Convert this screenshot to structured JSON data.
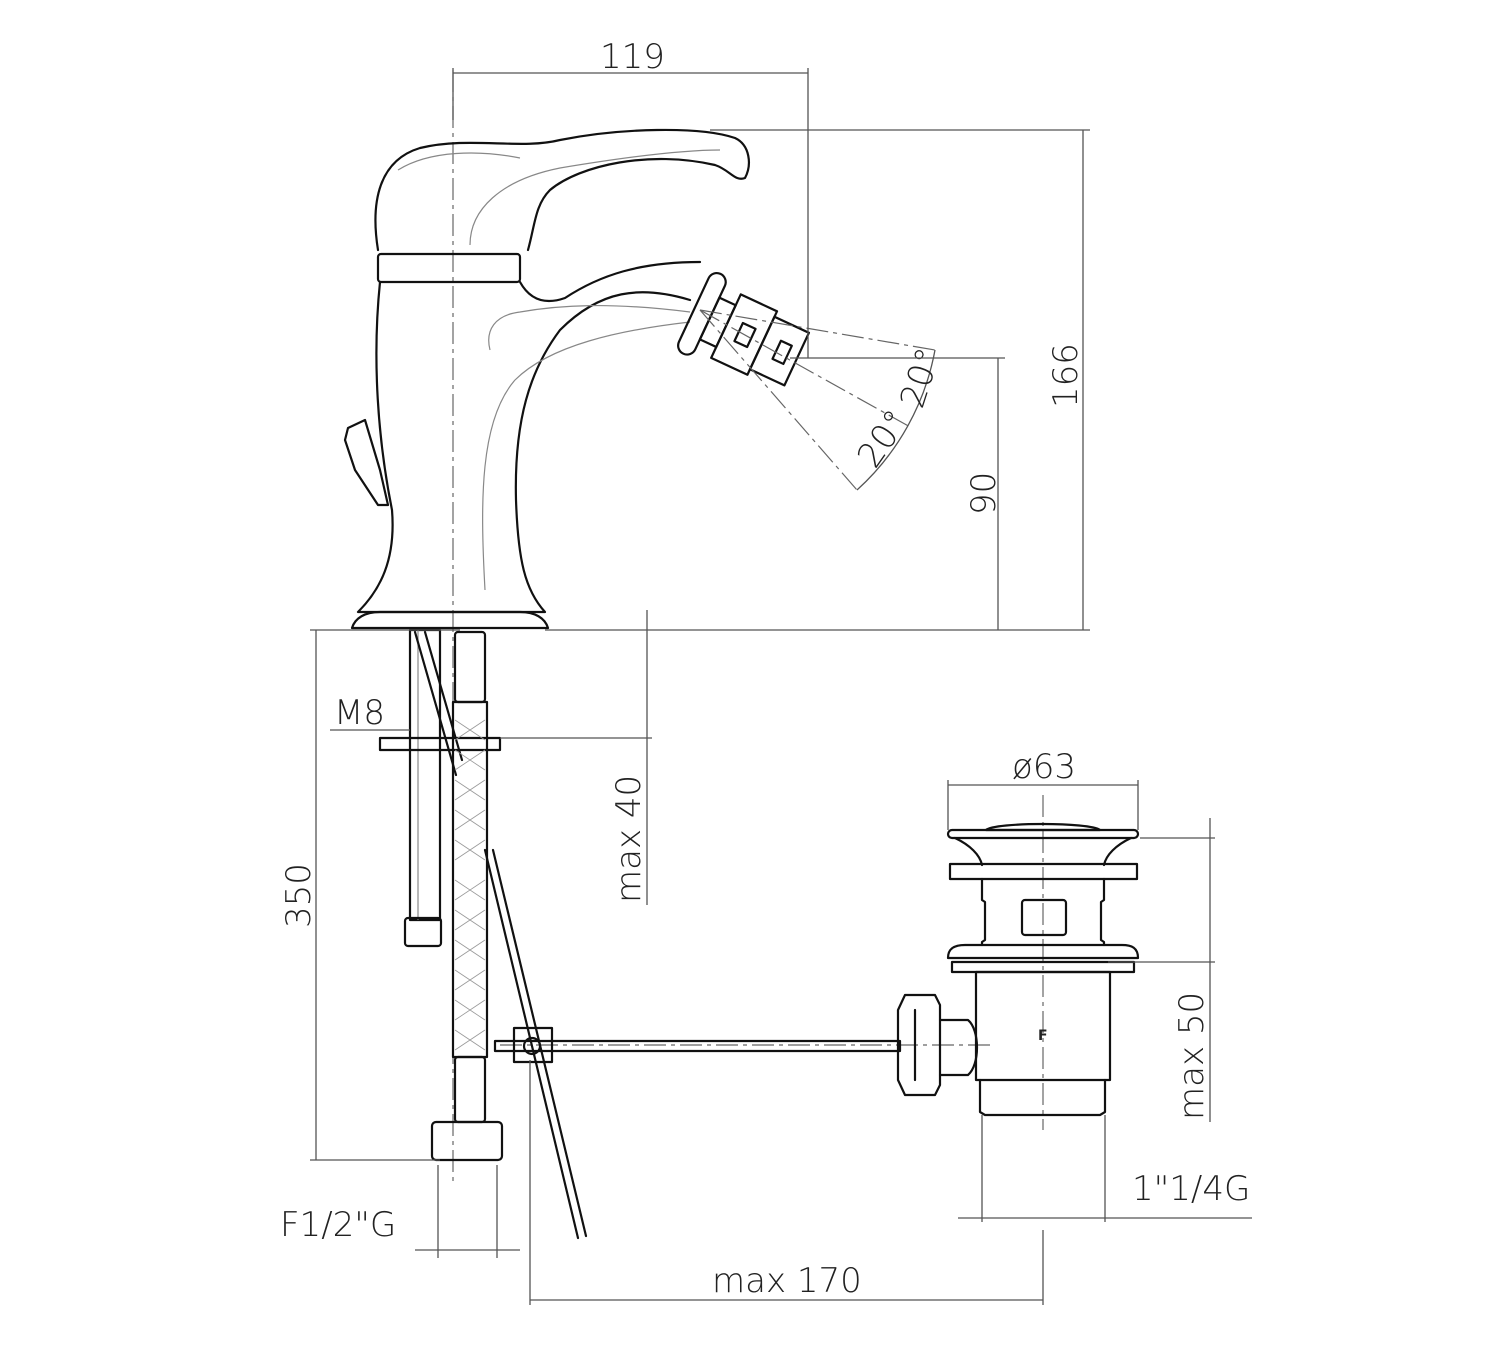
{
  "title": "Bidet mixer technical drawing",
  "dimensions": {
    "spout_reach": "119",
    "total_height": "166",
    "spout_height": "90",
    "angle_upper": "20°",
    "angle_lower": "20°",
    "rod_thread": "M8",
    "max_deck_thickness": "max 40",
    "hose_length": "350",
    "drain_diameter": "ø63",
    "drain_max": "max 50",
    "drain_thread": "1\"1/4G",
    "hose_connection": "F1/2\"G",
    "rod_max": "max 170",
    "drain_mark": "F"
  }
}
